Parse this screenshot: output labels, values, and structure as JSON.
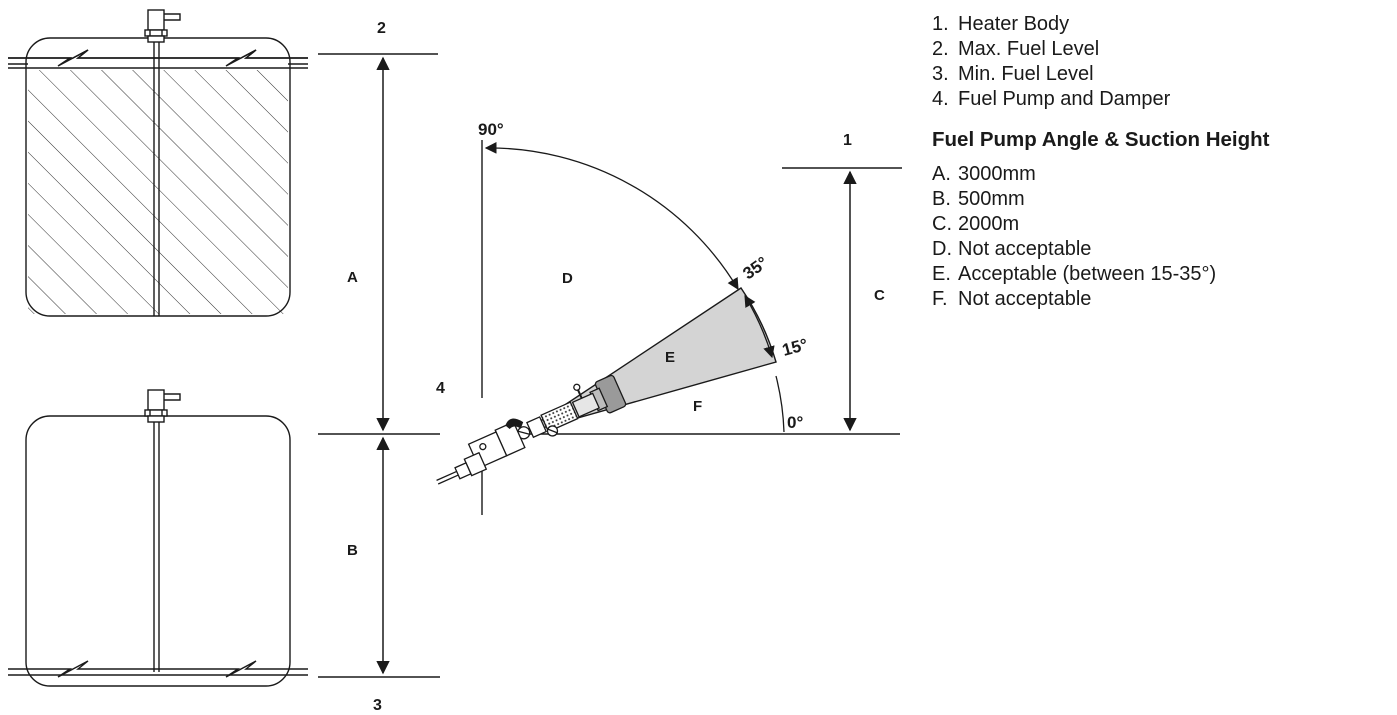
{
  "labels": {
    "heater_body": "1",
    "max_fuel_level": "2",
    "min_fuel_level": "3",
    "fuel_pump": "4",
    "height_a": "A",
    "height_b": "B",
    "height_c": "C",
    "zone_d": "D",
    "zone_e": "E",
    "zone_f": "F",
    "angle_90": "90°",
    "angle_35": "35°",
    "angle_15": "15°",
    "angle_0": "0°"
  },
  "legend": {
    "items": [
      {
        "key": "1.",
        "text": "Heater Body"
      },
      {
        "key": "2.",
        "text": "Max. Fuel Level"
      },
      {
        "key": "3.",
        "text": "Min. Fuel Level"
      },
      {
        "key": "4.",
        "text": "Fuel Pump and Damper"
      }
    ],
    "heading": "Fuel Pump Angle & Suction Height",
    "values": [
      {
        "key": "A.",
        "text": "3000mm"
      },
      {
        "key": "B.",
        "text": "500mm"
      },
      {
        "key": "C.",
        "text": "2000m"
      },
      {
        "key": "D.",
        "text": "Not acceptable"
      },
      {
        "key": "E.",
        "text": "Acceptable (between 15-35°)"
      },
      {
        "key": "F.",
        "text": "Not acceptable"
      }
    ]
  },
  "colors": {
    "line": "#1a1a1a",
    "acceptable_zone": "#d4d4d4",
    "pump_body": "#9a9a9a"
  }
}
